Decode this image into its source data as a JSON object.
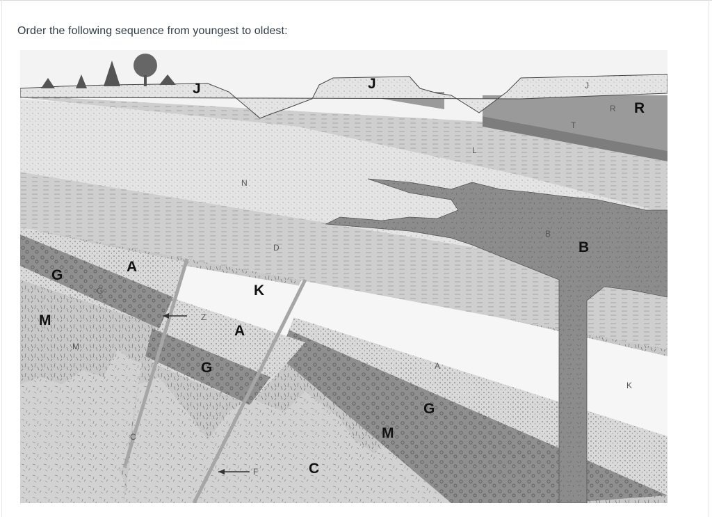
{
  "question": {
    "prompt": "Order the following sequence from youngest to oldest:"
  },
  "figure": {
    "labels": {
      "J_left": "J",
      "J_mid": "J",
      "J_right": "J",
      "R_small": "R",
      "R_big": "R",
      "T": "T",
      "L": "L",
      "N": "N",
      "D": "D",
      "B_small": "B",
      "B_big": "B",
      "G_left_big": "G",
      "G_left_small": "G",
      "A_left": "A",
      "Z": "Z",
      "M_left_big": "M",
      "M_left_small": "M",
      "K_mid": "K",
      "A_mid": "A",
      "G_mid": "G",
      "C_left": "C",
      "F": "F",
      "C_bottom": "C",
      "M_bottom": "M",
      "A_right": "A",
      "G_right": "G",
      "K_right": "K"
    }
  },
  "colors": {
    "text": "#2d3b45",
    "dark_rock": "#8a8a8a",
    "medium_rock": "#b5b5b5",
    "light_rock": "#d6d6d6",
    "sky": "#f3f3f3"
  }
}
